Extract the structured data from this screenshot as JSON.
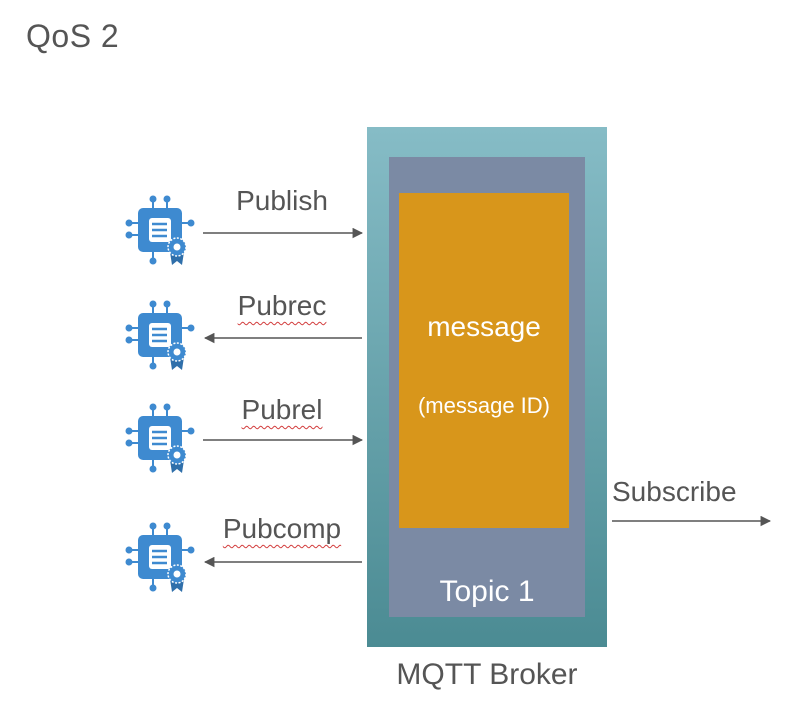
{
  "title": "QoS 2",
  "broker": {
    "label": "MQTT Broker",
    "topic_label": "Topic 1",
    "message_label": "message",
    "message_id_label": "(message ID)"
  },
  "flows": [
    {
      "label": "Publish",
      "direction": "to-broker",
      "spellcheck": false
    },
    {
      "label": "Pubrec",
      "direction": "to-client",
      "spellcheck": true
    },
    {
      "label": "Pubrel",
      "direction": "to-broker",
      "spellcheck": true
    },
    {
      "label": "Pubcomp",
      "direction": "to-client",
      "spellcheck": true
    }
  ],
  "subscribe": {
    "label": "Subscribe"
  },
  "colors": {
    "broker_top": "#86bcc6",
    "broker_bottom": "#4b8b93",
    "topic": "#7b8aa4",
    "message": "#d8961b",
    "device": "#3e8ad0",
    "arrow": "#555555"
  },
  "icons": {
    "device": "iot-device-certificate-icon"
  }
}
